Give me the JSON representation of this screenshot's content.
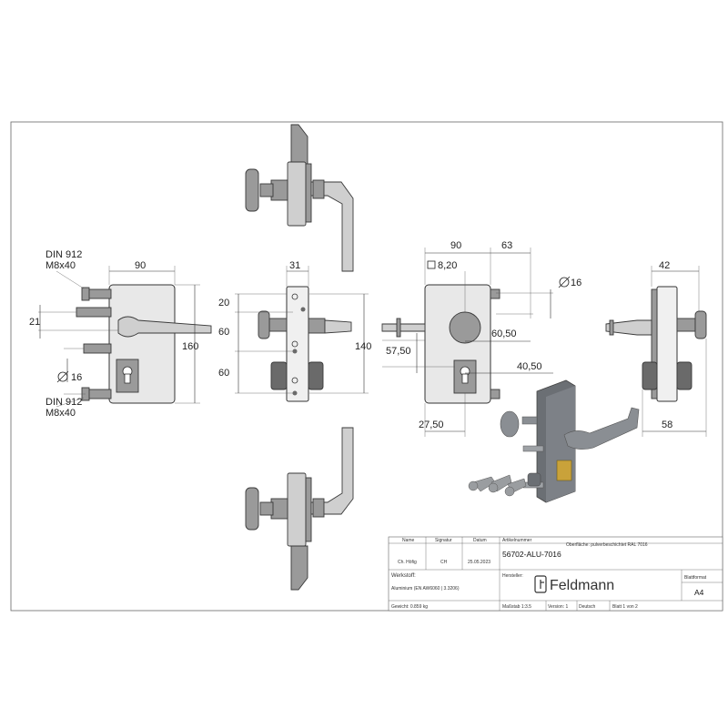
{
  "dimensions": {
    "front_width": "90",
    "front_height": "160",
    "handle_offset": "21",
    "hole_dia": "16",
    "din_top_1": "DIN 912",
    "din_top_2": "M8x40",
    "din_bottom_1": "DIN 912",
    "din_bottom_2": "M8x40",
    "side_width": "31",
    "side_20": "20",
    "side_60a": "60",
    "side_60b": "60",
    "side_140": "140",
    "back_90": "90",
    "back_63": "63",
    "back_square": "8,20",
    "back_dia": "16",
    "back_57": "57,50",
    "back_60": "60,50",
    "back_40": "40,50",
    "back_27": "27,50",
    "right_42": "42",
    "right_58": "58"
  },
  "title_block": {
    "h_name": "Name",
    "h_signatur": "Signatur",
    "h_datum": "Datum",
    "h_artikel": "Artikelnummer",
    "surface": "Oberfläche: pulverbeschichtet RAL 7016",
    "name": "Ch. Höfig",
    "signatur": "CH",
    "datum": "25.05.2023",
    "artikel": "56702-ALU-7016",
    "werkstoff_label": "Werkstoff:",
    "werkstoff": "Aluminium (EN AW6060 | 3.3206)",
    "hersteller_label": "Hersteller:",
    "company": "Feldmann",
    "blattformat_label": "Blattformat",
    "blattformat": "A4",
    "gewicht": "Gewicht: 0.859 kg",
    "massstab": "Maßstab 1:3.5",
    "version": "Version: 1",
    "sprache": "Deutsch",
    "blatt": "Blatt 1 von 2"
  },
  "colors": {
    "metal": "#9a9a9a",
    "dark": "#6a6a6a",
    "line": "#333333"
  }
}
